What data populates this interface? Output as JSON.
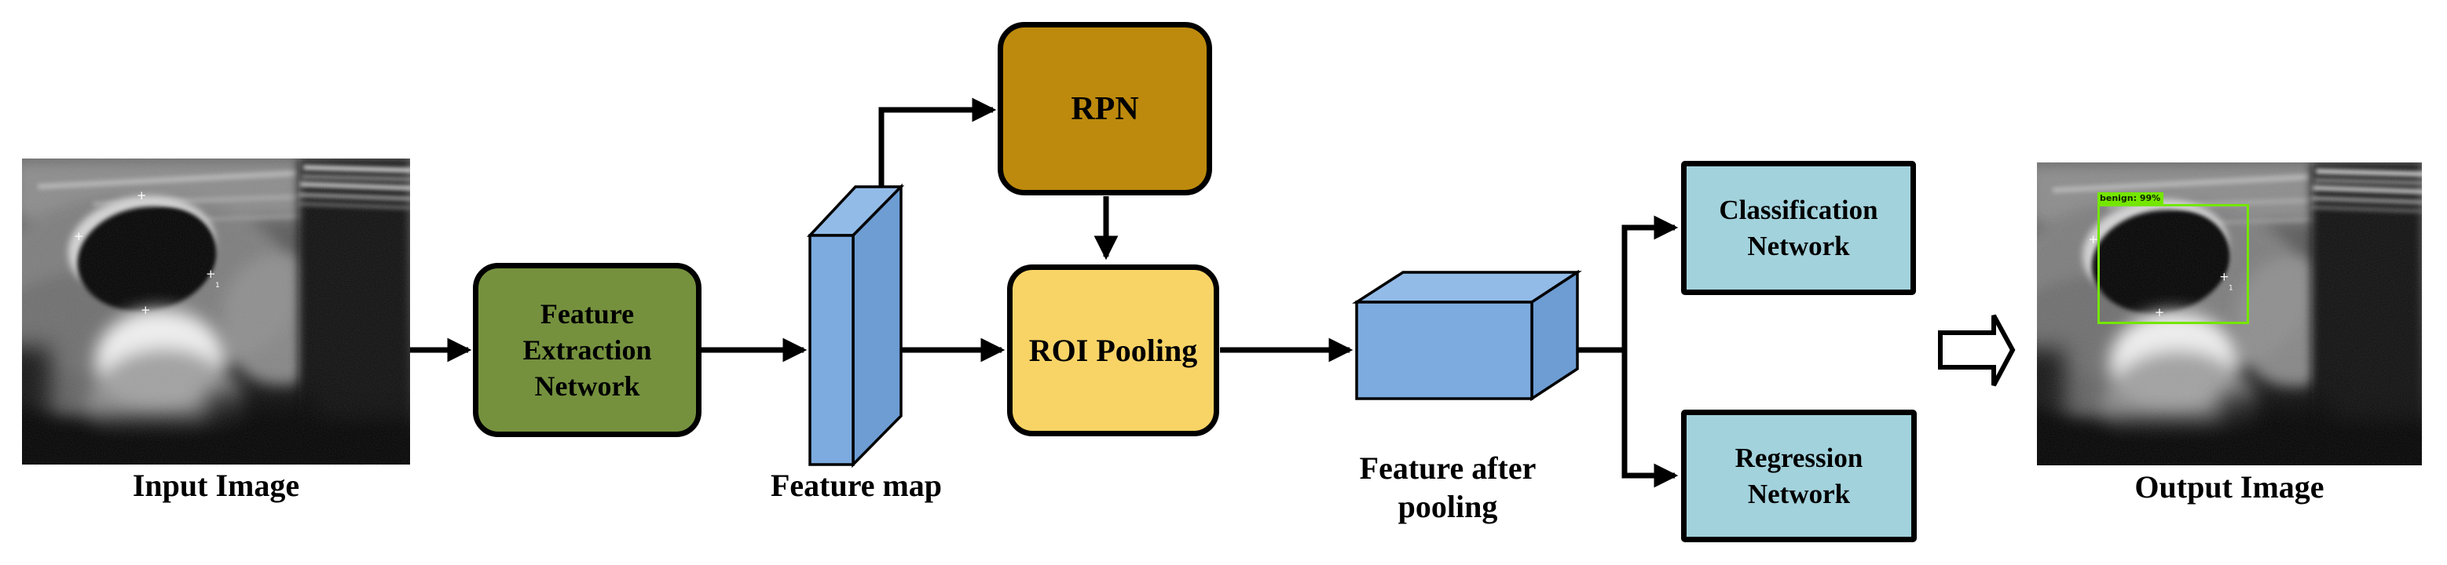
{
  "figure": {
    "kind": "faster-rcnn-architecture-diagram",
    "background": "#ffffff",
    "arrow_color": "#000000"
  },
  "nodes": {
    "feature_extraction": {
      "lines": [
        "Feature",
        "Extraction",
        "Network"
      ],
      "fill": "#75913e"
    },
    "rpn": {
      "label": "RPN",
      "fill": "#bd8a0d"
    },
    "roi_pooling": {
      "label": "ROI Pooling",
      "fill": "#f8d466"
    },
    "classification": {
      "lines": [
        "Classification",
        "Network"
      ],
      "fill": "#a2d2dc"
    },
    "regression": {
      "lines": [
        "Regression",
        "Network"
      ],
      "fill": "#a2d2dc"
    }
  },
  "captions": {
    "input_image": "Input Image",
    "feature_map": "Feature map",
    "feature_after_pooling": [
      "Feature after",
      "pooling"
    ],
    "output_image": "Output Image"
  },
  "detection": {
    "label": "benign: 99%",
    "box_color": "#74e600"
  },
  "tensors": {
    "front_fill": "#7dabdf",
    "top_fill": "#92bbe8",
    "side_fill": "#6d9dd3"
  }
}
